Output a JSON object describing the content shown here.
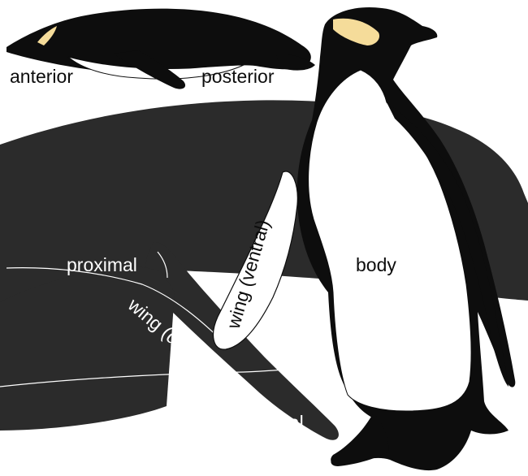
{
  "labels": {
    "anterior": "anterior",
    "posterior": "posterior",
    "proximal": "proximal",
    "wing_dorsal": "wing (dorsal)",
    "wing_ventral": "wing (ventral)",
    "body": "body",
    "distal": "distal"
  },
  "colors": {
    "dark": "#2b2b2b",
    "black": "#0d0d0d",
    "belly": "#ffffff",
    "patch": "#f5dc9a"
  }
}
